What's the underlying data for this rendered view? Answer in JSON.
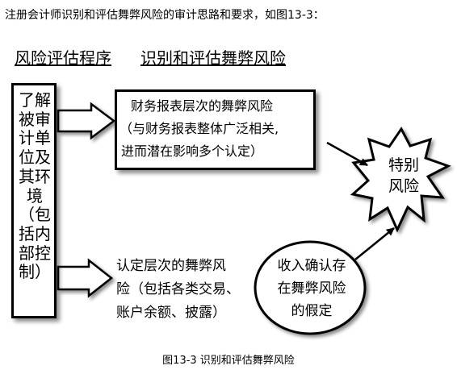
{
  "intro": "注册会计师识别和评估舞弊风险的审计思路和要求，如图13-3：",
  "headers": {
    "left": "风险评估程序",
    "right": "识别和评估舞弊风险"
  },
  "left_box": {
    "lines": [
      "了解",
      "被审",
      "计单",
      "位及",
      "其环",
      "境",
      "（包",
      "括内",
      "部控",
      "制）"
    ]
  },
  "top_box": {
    "lines": [
      "财务报表层次的舞弊风险",
      "（与财务报表整体广泛相关,",
      "进而潜在影响多个认定）"
    ]
  },
  "bottom_text": {
    "lines": [
      "认定层次的舞弊风",
      "险（包括各类交易、",
      "账户余额、披露）"
    ]
  },
  "oval": {
    "lines": [
      "收入确认存",
      "在舞弊风险",
      "的假定"
    ]
  },
  "star": {
    "lines": [
      "特别",
      "风险"
    ]
  },
  "caption": "图13-3 识别和评估舞弊风险"
}
